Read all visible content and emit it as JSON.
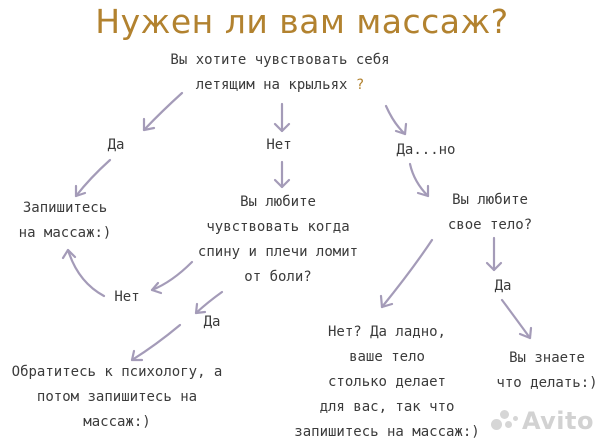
{
  "title": "Нужен ли вам массаж?",
  "nodes": {
    "q1_line1": "Вы хотите чувствовать себя",
    "q1_line2": "летящим на крыльях",
    "q1_mark": "?",
    "ans_yes1": "Да",
    "ans_no1": "Нет",
    "ans_yesbut": "Да...но",
    "signup1_line1": "Запишитесь",
    "signup1_line2": "на массаж:)",
    "q2_line1": "Вы любите",
    "q2_line2": "чувствовать когда",
    "q2_line3": "спину и плечи ломит",
    "q2_line4": "от боли?",
    "ans_no2": "Нет",
    "ans_yes2": "Да",
    "psych_line1": "Обратитесь к психологу, а",
    "psych_line2": "потом запишитесь на",
    "psych_line3": "массаж:)",
    "q3_line1": "Вы любите",
    "q3_line2": "свое тело?",
    "ans_yes3": "Да",
    "body_line1": "Нет? Да ладно,",
    "body_line2": "ваше тело",
    "body_line3": "столько делает",
    "body_line4": "для вас, так что",
    "body_line5": "запишитесь на массаж:)",
    "know_line1": "Вы знаете",
    "know_line2": "что делать:)"
  },
  "watermark": "Avito",
  "colors": {
    "title": "#b2822f",
    "text": "#3b3b3b",
    "arrow": "#a49bb8",
    "watermark": "#d2d2d2"
  }
}
